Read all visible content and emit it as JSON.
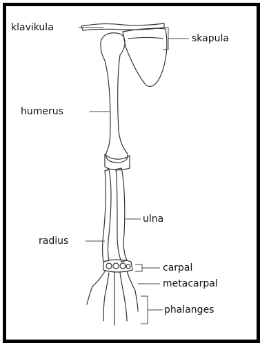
{
  "labels": {
    "klavikula": "klavikula",
    "skapula": "skapula",
    "humerus": "humerus",
    "ulna": "ulna",
    "radius": "radius",
    "carpal": "carpal",
    "metacarpal": "metacarpal",
    "phalanges": "phalanges"
  },
  "colors": {
    "frame": "#000000",
    "bone_outline": "#333333",
    "leader": "#444444"
  }
}
